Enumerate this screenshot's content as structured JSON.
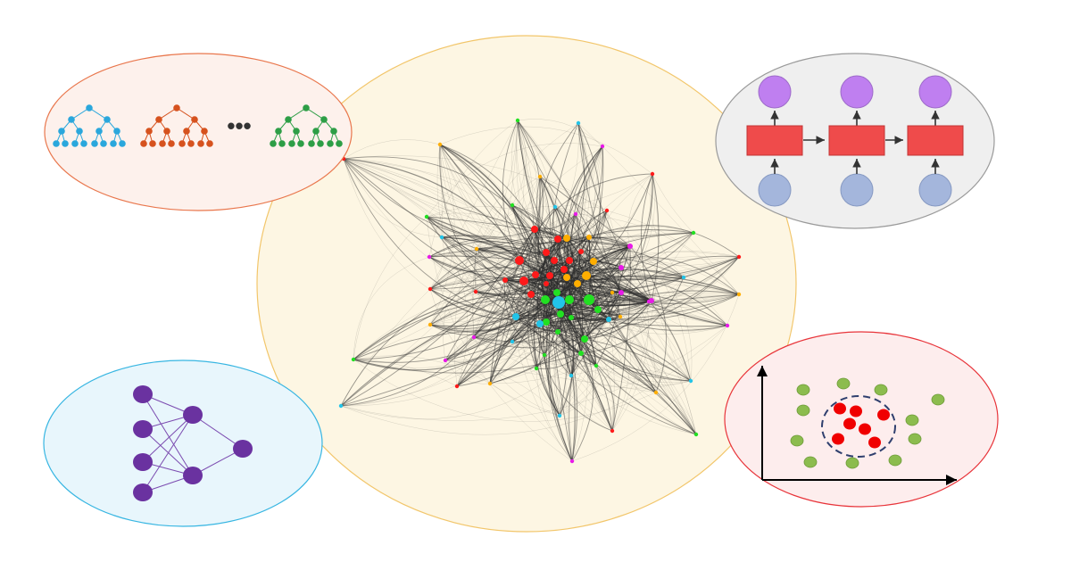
{
  "colors": {
    "central_bg": "#fdf6e3",
    "central_border": "#f2c66b",
    "trees_bg": "#fdf1ec",
    "trees_border": "#e9774d",
    "rnn_bg": "#efefef",
    "rnn_border": "#9a9a9a",
    "mlp_bg": "#e8f6fc",
    "mlp_border": "#38b6e2",
    "cluster_bg": "#fdeded",
    "cluster_border": "#e8343a",
    "edge": "#2b2b2b",
    "tree_blue": "#2aa7dc",
    "tree_orange": "#d6521e",
    "tree_green": "#2d9e46",
    "rnn_box": "#ef4b4b",
    "rnn_top": "#bf7ff0",
    "rnn_bottom": "#a4b6dc",
    "mlp_node": "#6a32a0",
    "mlp_edge": "#7b4bb0",
    "cluster_green": "#8cbc4e",
    "cluster_red": "#f00000",
    "cluster_ring": "#2f3f6e",
    "node_red": "#ff1a1a",
    "node_orange": "#ffae00",
    "node_green": "#22e022",
    "node_cyan": "#22c4e8",
    "node_magenta": "#e81ae8"
  },
  "trees": {
    "ellipsis": "•••",
    "colors": [
      "tree_blue",
      "tree_orange",
      "tree_green"
    ]
  },
  "icons": [
    "tree-icon",
    "rnn-icon",
    "neural-network-icon",
    "cluster-scatter-icon",
    "network-graph-icon"
  ]
}
